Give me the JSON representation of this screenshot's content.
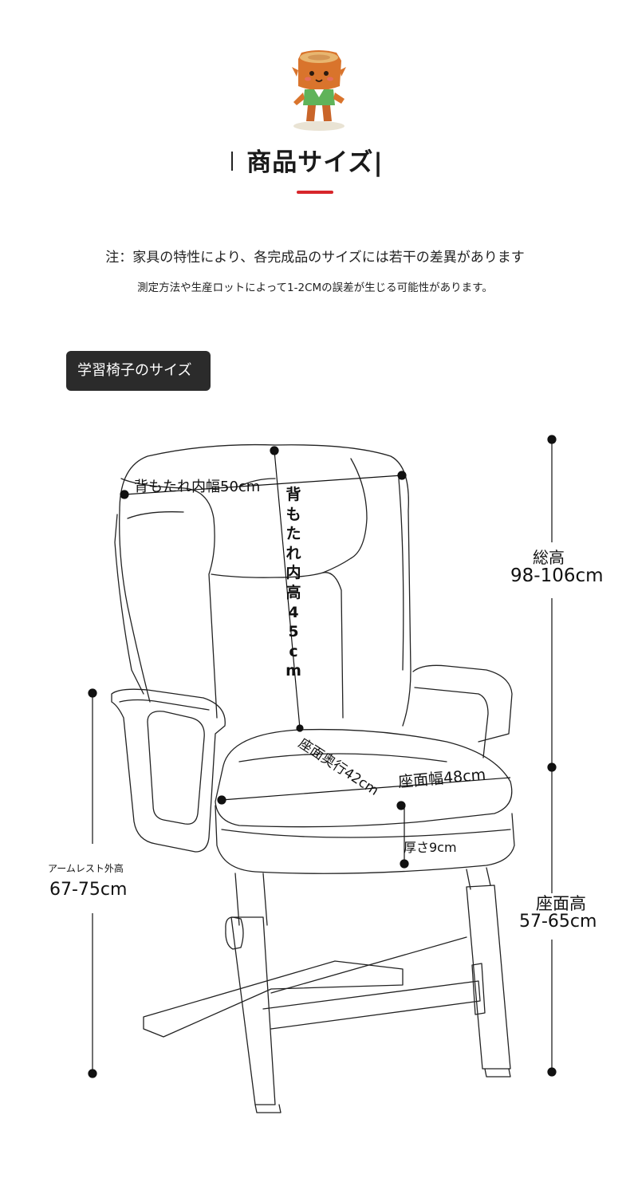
{
  "header": {
    "mascot_icon": "tree-stump-mascot-icon",
    "title": "商品サイズ|",
    "accent_color": "#d7262b"
  },
  "notes": {
    "line1": "注：家具の特性により、各完成品のサイズには若干の差異があります",
    "line2": "測定方法や生産ロットによって1-2CMの誤差が生じる可能性があります。"
  },
  "section": {
    "badge": "学習椅子のサイズ"
  },
  "dimensions": {
    "backrest_width": "背もたれ内幅50cm",
    "backrest_height_chars": [
      "背",
      "も",
      "た",
      "れ",
      "内",
      "高",
      "4",
      "5",
      "c",
      "m"
    ],
    "total_height_label": "総高",
    "total_height_value": "98-106cm",
    "seat_depth": "座面奥行42cm",
    "seat_width": "座面幅48cm",
    "thickness": "厚さ9cm",
    "armrest_label": "アームレスト外高",
    "armrest_value": "67-75cm",
    "seat_height_label": "座面高",
    "seat_height_value": "57-65cm"
  }
}
